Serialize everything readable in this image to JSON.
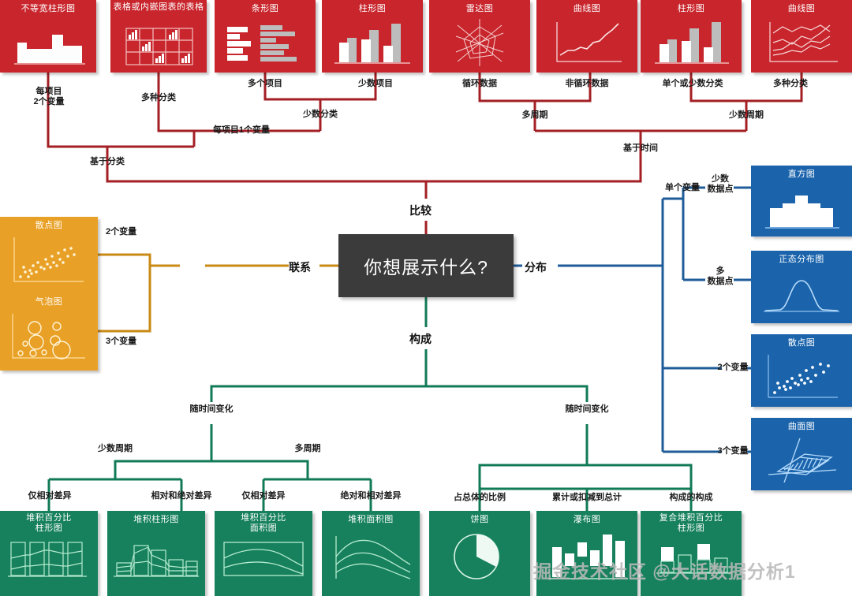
{
  "center": {
    "question": "你想展示什么?"
  },
  "hubs": [
    {
      "name": "comparison",
      "label": "比较"
    },
    {
      "name": "relationship",
      "label": "联系"
    },
    {
      "name": "distribution",
      "label": "分布"
    },
    {
      "name": "composition",
      "label": "构成"
    }
  ],
  "colors": {
    "red": "#c8252c",
    "orange": "#e8a027",
    "blue": "#1b64ac",
    "green": "#16815c",
    "center_box": "#3b3b3b",
    "text": "#1a1a1a"
  },
  "comparison": {
    "cards": [
      {
        "name": "variable-width-column-chart",
        "title": "不等宽柱形图",
        "icon": "variable-width-bars"
      },
      {
        "name": "table-with-embedded-charts",
        "title": "表格或内嵌图表的表格",
        "icon": "table-grid"
      },
      {
        "name": "bar-chart",
        "title": "条形图",
        "icon": "horizontal-bars"
      },
      {
        "name": "column-chart",
        "title": "柱形图",
        "icon": "vertical-bars"
      },
      {
        "name": "radar-chart",
        "title": "雷达图",
        "icon": "radar-web"
      },
      {
        "name": "line-chart-noncyclical",
        "title": "曲线图",
        "icon": "single-line"
      },
      {
        "name": "column-chart-time",
        "title": "柱形图",
        "icon": "vertical-bars-pairs"
      },
      {
        "name": "line-chart-many-categories",
        "title": "曲线图",
        "icon": "multi-line"
      }
    ],
    "labels": {
      "each_item_2_vars": "每项目\n2个变量",
      "many_categories": "多种分类",
      "many_items": "多个项目",
      "few_items": "少数项目",
      "few_categories": "少数分类",
      "each_item_1_var": "每项目1个变量",
      "based_on_category": "基于分类",
      "cyclical_data": "循环数据",
      "noncyclical_data": "非循环数据",
      "many_periods": "多周期",
      "one_or_few_categories": "单个或少数分类",
      "many_categories_time": "多种分类",
      "few_periods": "少数周期",
      "based_on_time": "基于时间"
    }
  },
  "relationship": {
    "cards": [
      {
        "name": "scatter-chart",
        "title": "散点图",
        "icon": "scatter-dots"
      },
      {
        "name": "bubble-chart",
        "title": "气泡图",
        "icon": "bubbles"
      }
    ],
    "labels": {
      "two_variables": "2个变量",
      "three_variables": "3个变量"
    }
  },
  "distribution": {
    "cards": [
      {
        "name": "histogram",
        "title": "直方图",
        "icon": "histogram-bars"
      },
      {
        "name": "normal-distribution-chart",
        "title": "正态分布图",
        "icon": "bell-curve"
      },
      {
        "name": "scatter-chart-distribution",
        "title": "散点图",
        "icon": "scatter-dots"
      },
      {
        "name": "surface-chart",
        "title": "曲面图",
        "icon": "3d-surface"
      }
    ],
    "labels": {
      "single_variable": "单个变量",
      "few_data_points": "少数\n数据点",
      "many_data_points": "多\n数据点",
      "two_variables": "2个变量",
      "three_variables": "3个变量"
    }
  },
  "composition": {
    "cards": [
      {
        "name": "stacked-percentage-column-chart",
        "title": "堆积百分比\n柱形图",
        "icon": "stacked-pct-columns"
      },
      {
        "name": "stacked-column-chart",
        "title": "堆积柱形图",
        "icon": "stacked-columns"
      },
      {
        "name": "stacked-percentage-area-chart",
        "title": "堆积百分比\n面积图",
        "icon": "stacked-pct-area"
      },
      {
        "name": "stacked-area-chart",
        "title": "堆积面积图",
        "icon": "stacked-area"
      },
      {
        "name": "pie-chart",
        "title": "饼图",
        "icon": "pie-slice"
      },
      {
        "name": "waterfall-chart",
        "title": "瀑布图",
        "icon": "waterfall-bars"
      },
      {
        "name": "composite-stacked-percentage-column-chart",
        "title": "复合堆积百分比\n柱形图",
        "icon": "composite-stacked-columns"
      }
    ],
    "labels": {
      "changes_over_time_left": "随时间变化",
      "changes_over_time_right": "随时间变化",
      "few_periods": "少数周期",
      "many_periods": "多周期",
      "relative_only_a": "仅相对差异",
      "relative_and_absolute_a": "相对和绝对差异",
      "relative_only_b": "仅相对差异",
      "absolute_and_relative_b": "绝对和相对差异",
      "share_of_total": "占总体的比例",
      "accumulate_or_subtract": "累计或扣减到总计",
      "composition_of_composition": "构成的构成"
    }
  },
  "watermark": {
    "text": "掘金技术社区 @大话数据分析1"
  }
}
